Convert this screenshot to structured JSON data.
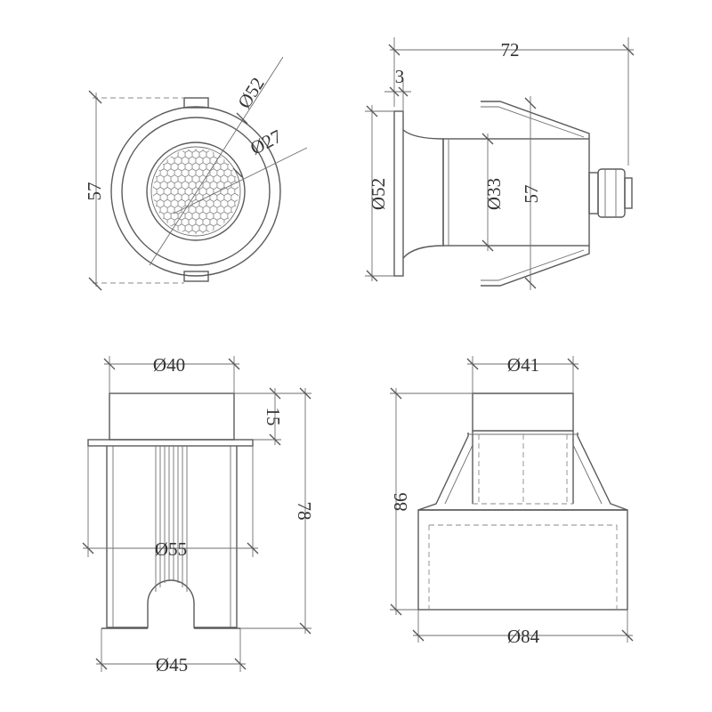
{
  "views": {
    "front": {
      "dim_outer": "Ø52",
      "dim_inner": "Ø27",
      "dim_height": "57"
    },
    "side": {
      "dim_length": "72",
      "dim_flange": "3",
      "dim_outer": "Ø52",
      "dim_body": "Ø33",
      "dim_spring": "57"
    },
    "housing": {
      "dim_top": "Ø40",
      "dim_collar": "15",
      "dim_height": "78",
      "dim_body": "Ø55",
      "dim_base": "Ø45"
    },
    "adapter": {
      "dim_top": "Ø41",
      "dim_height": "86",
      "dim_base": "Ø84"
    }
  }
}
